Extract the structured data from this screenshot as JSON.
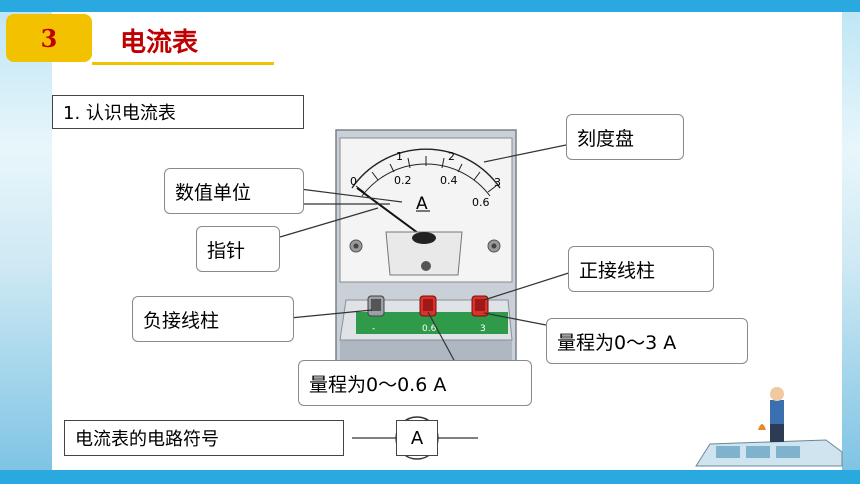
{
  "header": {
    "number": "3",
    "title": "电流表"
  },
  "section": {
    "heading": "1. 认识电流表"
  },
  "callouts": {
    "dial": "刻度盘",
    "unit": "数值单位",
    "pointer": "指针",
    "positive_terminal": "正接线柱",
    "negative_terminal": "负接线柱",
    "range_3": "量程为0～3 A",
    "range_06": "量程为0～0.6 A"
  },
  "meter": {
    "unit_symbol": "A",
    "top_scale": [
      "0",
      "1",
      "2",
      "3"
    ],
    "bottom_scale": [
      "0.2",
      "0.4",
      "0.6"
    ],
    "terminal_labels": [
      "-",
      "0.6",
      "3"
    ]
  },
  "symbol_row": {
    "label": "电流表的电路符号",
    "symbol": "A"
  },
  "colors": {
    "accent_blue": "#2aa9e0",
    "badge_yellow": "#f2c200",
    "title_red": "#c00000",
    "terminal_red": "#d8322a",
    "board_green": "#2f9a4a"
  }
}
